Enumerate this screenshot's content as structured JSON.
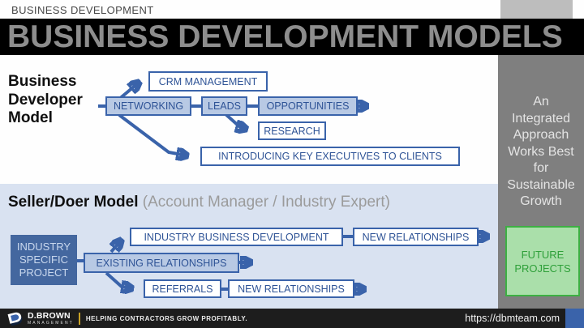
{
  "header": {
    "eyebrow": "BUSINESS DEVELOPMENT",
    "title": "BUSINESS DEVELOPMENT MODELS"
  },
  "developer_model": {
    "title_lines": [
      "Business",
      "Developer",
      "Model"
    ],
    "nodes": {
      "crm": "CRM MANAGEMENT",
      "networking": "NETWORKING",
      "leads": "LEADS",
      "opportunities": "OPPORTUNITIES",
      "research": "RESEARCH",
      "introducing": "INTRODUCING KEY EXECUTIVES TO CLIENTS"
    }
  },
  "seller_doer": {
    "title": "Seller/Doer Model",
    "subtitle": " (Account Manager / Industry Expert)",
    "nodes": {
      "industry_specific_project": "INDUSTRY SPECIFIC PROJECT",
      "existing_relationships": "EXISTING RELATIONSHIPS",
      "industry_business_development": "INDUSTRY BUSINESS DEVELOPMENT",
      "new_relationships_top": "NEW RELATIONSHIPS",
      "referrals": "REFERRALS",
      "new_relationships_bottom": "NEW RELATIONSHIPS"
    }
  },
  "sidebar": {
    "message_lines": [
      "An",
      "Integrated",
      "Approach",
      "Works Best",
      "for",
      "Sustainable",
      "Growth"
    ],
    "future_projects_label": "FUTURE PROJECTS"
  },
  "footer": {
    "brand": "D.BROWN",
    "brand_sub": "MANAGEMENT",
    "tagline": "HELPING CONTRACTORS GROW PROFITABLY.",
    "url": "https://dbmteam.com"
  },
  "colors": {
    "accent_blue": "#3a63aa",
    "node_fill_blue": "#b8c9e4",
    "node_text_blue": "#2e5396",
    "solid_node_fill": "#44679f",
    "section_bg_blue": "#d9e2f1",
    "sidebar_gray": "#7f7f7f",
    "top_gray_block": "#bdbdbd",
    "banner_text_gray": "#8d8d8d",
    "green_fill": "#aadfaa",
    "green_border": "#3db043",
    "green_text": "#2fa03a",
    "footer_bg": "#1d1d1d",
    "gold_divider": "#c9a227"
  }
}
